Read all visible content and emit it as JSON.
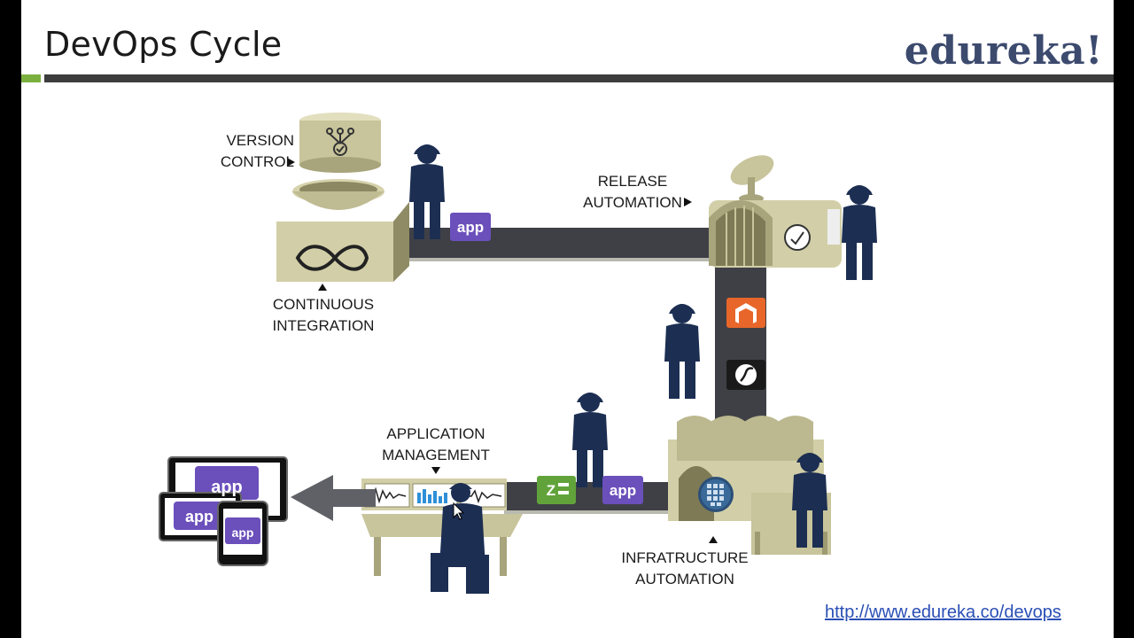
{
  "header": {
    "title": "DevOps Cycle",
    "logo": "edureka!"
  },
  "labels": {
    "version_control": [
      "VERSION",
      "CONTROL"
    ],
    "continuous_integration": [
      "CONTINUOUS",
      "INTEGRATION"
    ],
    "release_automation": [
      "RELEASE",
      "AUTOMATION"
    ],
    "application_management": [
      "APPLICATION",
      "MANAGEMENT"
    ],
    "infrastructure_automation": [
      "INFRATRUCTURE",
      "AUTOMATION"
    ]
  },
  "badges": {
    "app": "app",
    "zend": "Z"
  },
  "footer": {
    "link": "http://www.edureka.co/devops"
  },
  "colors": {
    "machine": "#d2cfa8",
    "machine_dark": "#9e9a72",
    "belt": "#3f4046",
    "worker": "#1c2e52",
    "app_badge": "#6b4fbb",
    "magento": "#e8662a",
    "zend": "#61a33a",
    "accent": "#7bb03f"
  },
  "icons": [
    "branch-icon",
    "infinity-icon",
    "satellite-dish-icon",
    "gauge-icon",
    "magento-icon",
    "symfony-icon",
    "zend-icon",
    "grid-globe-icon",
    "waveform-icon",
    "bar-chart-icon",
    "arrow-left-icon",
    "mouse-cursor-icon"
  ]
}
